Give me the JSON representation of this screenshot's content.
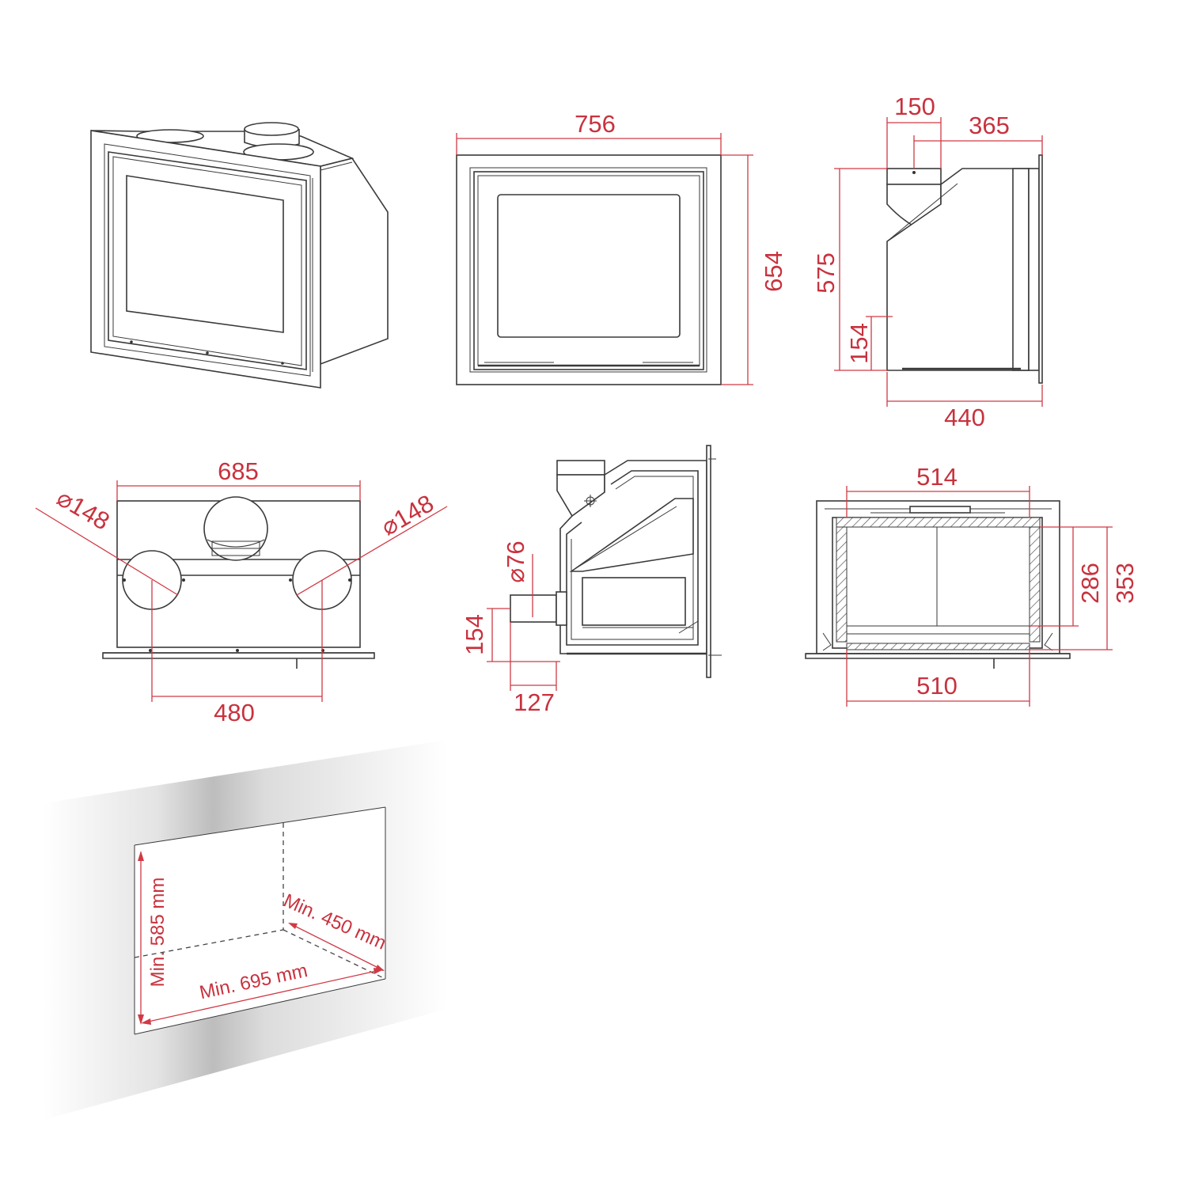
{
  "colors": {
    "dimension": "#c8323e",
    "outline": "#3a3a3a"
  },
  "front_view": {
    "width": "756",
    "height": "654"
  },
  "side_view": {
    "flue_width": "150",
    "flue_offset": "365",
    "height": "575",
    "inlet_height": "154",
    "depth": "440"
  },
  "top_view": {
    "width": "685",
    "left_diameter": "⌀148",
    "right_diameter": "⌀148",
    "inlet_spacing": "480"
  },
  "section_view": {
    "inlet_diameter": "⌀76",
    "inlet_height": "154",
    "inlet_offset": "127"
  },
  "firebox_view": {
    "top_width": "514",
    "inner_height": "286",
    "outer_height": "353",
    "bottom_width": "510"
  },
  "niche": {
    "min_height": "Min. 585 mm",
    "min_depth": "Min. 450 mm",
    "min_width": "Min. 695 mm"
  }
}
